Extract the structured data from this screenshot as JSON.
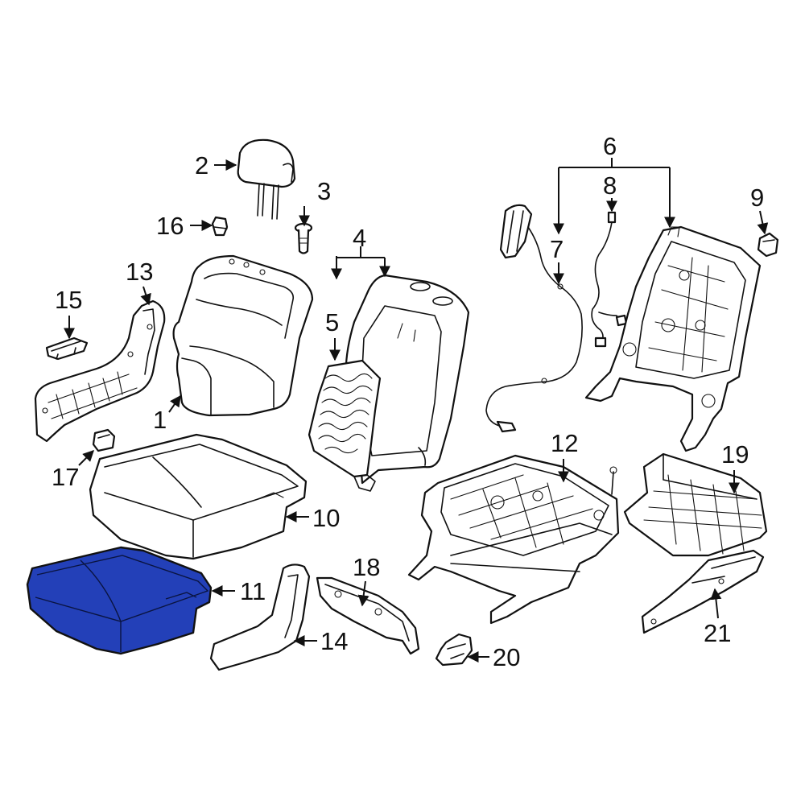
{
  "highlight_color": "#2340b8",
  "callouts": [
    {
      "id": "1",
      "label": "1"
    },
    {
      "id": "2",
      "label": "2"
    },
    {
      "id": "3",
      "label": "3"
    },
    {
      "id": "4",
      "label": "4"
    },
    {
      "id": "5",
      "label": "5"
    },
    {
      "id": "6",
      "label": "6"
    },
    {
      "id": "7",
      "label": "7"
    },
    {
      "id": "8",
      "label": "8"
    },
    {
      "id": "9",
      "label": "9"
    },
    {
      "id": "10",
      "label": "10"
    },
    {
      "id": "11",
      "label": "11"
    },
    {
      "id": "12",
      "label": "12"
    },
    {
      "id": "13",
      "label": "13"
    },
    {
      "id": "14",
      "label": "14"
    },
    {
      "id": "15",
      "label": "15"
    },
    {
      "id": "16",
      "label": "16"
    },
    {
      "id": "17",
      "label": "17"
    },
    {
      "id": "18",
      "label": "18"
    },
    {
      "id": "19",
      "label": "19"
    },
    {
      "id": "20",
      "label": "20"
    },
    {
      "id": "21",
      "label": "21"
    }
  ]
}
